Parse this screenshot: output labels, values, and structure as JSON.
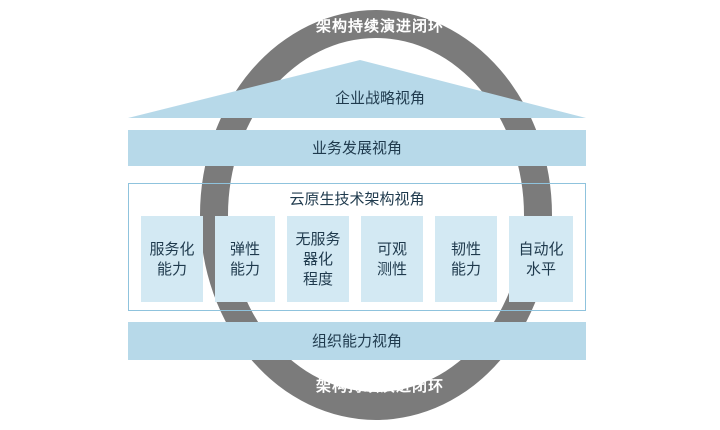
{
  "loop": {
    "top_label": "架构持续演进闭环",
    "bottom_label": "架构持续演进闭环"
  },
  "roof": {
    "label": "企业战略视角"
  },
  "business_band": {
    "label": "业务发展视角"
  },
  "cloud_native": {
    "title": "云原生技术架构视角",
    "capabilities": [
      {
        "label": "服务化\n能力"
      },
      {
        "label": "弹性\n能力"
      },
      {
        "label": "无服务\n器化\n程度"
      },
      {
        "label": "可观\n测性"
      },
      {
        "label": "韧性\n能力"
      },
      {
        "label": "自动化\n水平"
      }
    ]
  },
  "org_band": {
    "label": "组织能力视角"
  },
  "colors": {
    "ring": "#7b7b7b",
    "band": "#b7d9e9",
    "capability_box": "#d3e9f3",
    "frame": "#8fc3dd",
    "text": "#1f3a4d"
  }
}
